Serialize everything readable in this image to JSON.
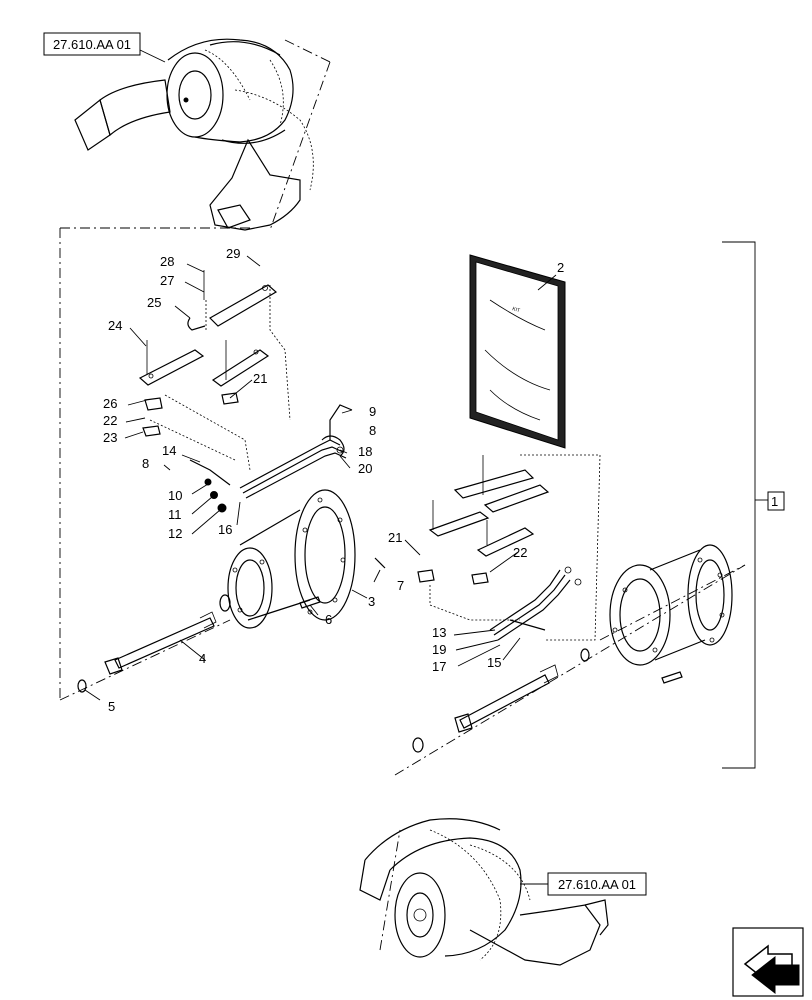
{
  "references": {
    "top": "27.610.AA 01",
    "bottom": "27.610.AA 01"
  },
  "callouts": {
    "c1": "1",
    "c2": "2",
    "c3": "3",
    "c4": "4",
    "c5": "5",
    "c6": "6",
    "c7": "7",
    "c8a": "8",
    "c8b": "8",
    "c9": "9",
    "c10": "10",
    "c11": "11",
    "c12": "12",
    "c13": "13",
    "c14": "14",
    "c15": "15",
    "c16": "16",
    "c17": "17",
    "c18": "18",
    "c19": "19",
    "c20": "20",
    "c21a": "21",
    "c21b": "21",
    "c22a": "22",
    "c22b": "22",
    "c23": "23",
    "c24": "24",
    "c25": "25",
    "c26": "26",
    "c27": "27",
    "c28": "28",
    "c29": "29"
  },
  "icons": {
    "nav_arrow": "next-page-arrow-icon"
  }
}
